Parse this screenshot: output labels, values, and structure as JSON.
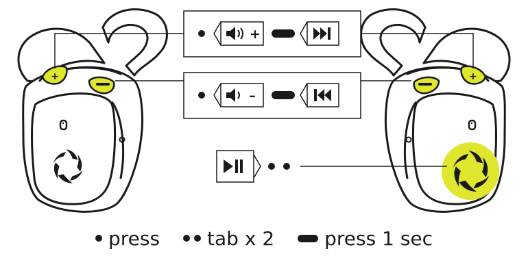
{
  "colors": {
    "accent": "#dfe62e",
    "line": "#1a1a1a",
    "earbud_fill": "#ffffff"
  },
  "icons": {
    "volume_up": "speaker-volume-up-icon",
    "volume_down": "speaker-volume-down-icon",
    "next_track": "skip-forward-icon",
    "previous_track": "skip-back-icon",
    "play_pause": "play-pause-icon",
    "brand_logo": "shutter-logo-icon"
  },
  "controls": {
    "top_row": {
      "volume_sign": "+"
    },
    "bottom_row": {
      "volume_sign": "–"
    }
  },
  "legend": {
    "press": "press",
    "tab_twice": "tab x 2",
    "press_long": "press 1 sec"
  }
}
